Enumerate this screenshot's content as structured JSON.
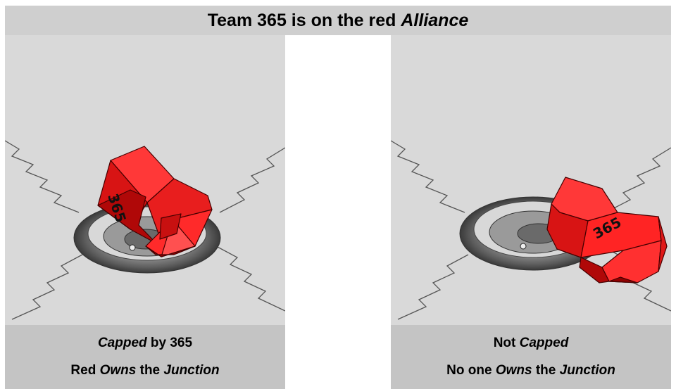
{
  "header": {
    "prefix": "Team 365 is on the red ",
    "emphasis": "Alliance"
  },
  "left_panel": {
    "cone_number": "365",
    "line1": {
      "italic": "Capped",
      "rest": " by 365"
    },
    "line2": {
      "a": "Red ",
      "b": "Owns",
      "c": " the ",
      "d": "Junction"
    }
  },
  "right_panel": {
    "cone_number": "365",
    "line1": {
      "plain": "Not ",
      "italic": "Capped"
    },
    "line2": {
      "a": "No one ",
      "b": "Owns",
      "c": " the ",
      "d": "Junction"
    }
  },
  "colors": {
    "cone_red": "#ff2020",
    "cone_dark": "#b00000",
    "panel_bg": "#d9d9d9",
    "caption_bg": "#c4c4c4",
    "header_bg": "#cfcfcf"
  }
}
